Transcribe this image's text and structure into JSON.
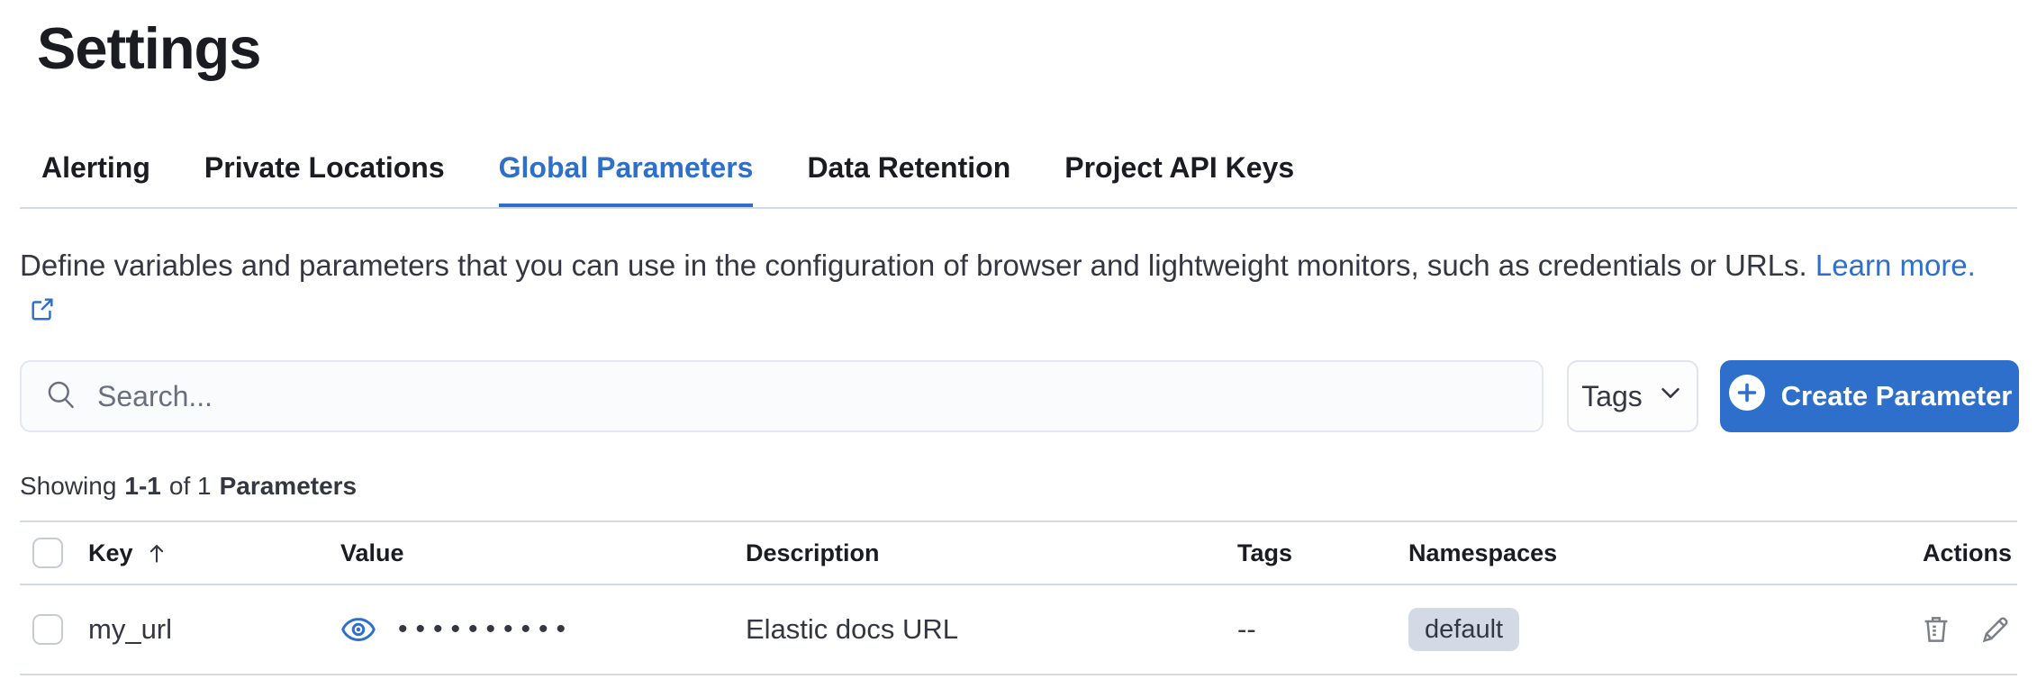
{
  "page": {
    "title": "Settings"
  },
  "tabs": [
    {
      "label": "Alerting"
    },
    {
      "label": "Private Locations"
    },
    {
      "label": "Global Parameters",
      "active": true
    },
    {
      "label": "Data Retention"
    },
    {
      "label": "Project API Keys"
    }
  ],
  "description": {
    "text": "Define variables and parameters that you can use in the configuration of browser and lightweight monitors, such as credentials or URLs.",
    "link_label": "Learn more."
  },
  "toolbar": {
    "search_placeholder": "Search...",
    "tags_filter_label": "Tags",
    "create_button_label": "Create Parameter"
  },
  "summary": {
    "showing_label": "Showing",
    "range": "1-1",
    "of_label": "of 1",
    "entity_label": "Parameters"
  },
  "table": {
    "headers": {
      "key": "Key",
      "value": "Value",
      "description": "Description",
      "tags": "Tags",
      "namespaces": "Namespaces",
      "actions": "Actions"
    },
    "sort": {
      "column": "Key",
      "direction": "ascending"
    },
    "rows": [
      {
        "key": "my_url",
        "value_masked": "••••••••••",
        "description": "Elastic docs URL",
        "tags": "--",
        "namespaces": [
          "default"
        ]
      }
    ]
  },
  "icons": {
    "search": "search-icon",
    "tags_chevron": "chevron-down-icon",
    "create_plus": "plus-in-circle-icon",
    "external_link": "external-link-icon",
    "reveal_value": "eye-icon",
    "delete": "trash-icon",
    "edit": "pencil-icon",
    "sort": "arrow-up-icon"
  },
  "colors": {
    "accent_blue": "#2d6fca",
    "heading_text": "#1a1c21",
    "body_text": "#343741",
    "subdued_text": "#69707d",
    "divider": "#d3dae6",
    "badge_background": "#d3dae6",
    "icon_gray": "#7b7f87"
  }
}
